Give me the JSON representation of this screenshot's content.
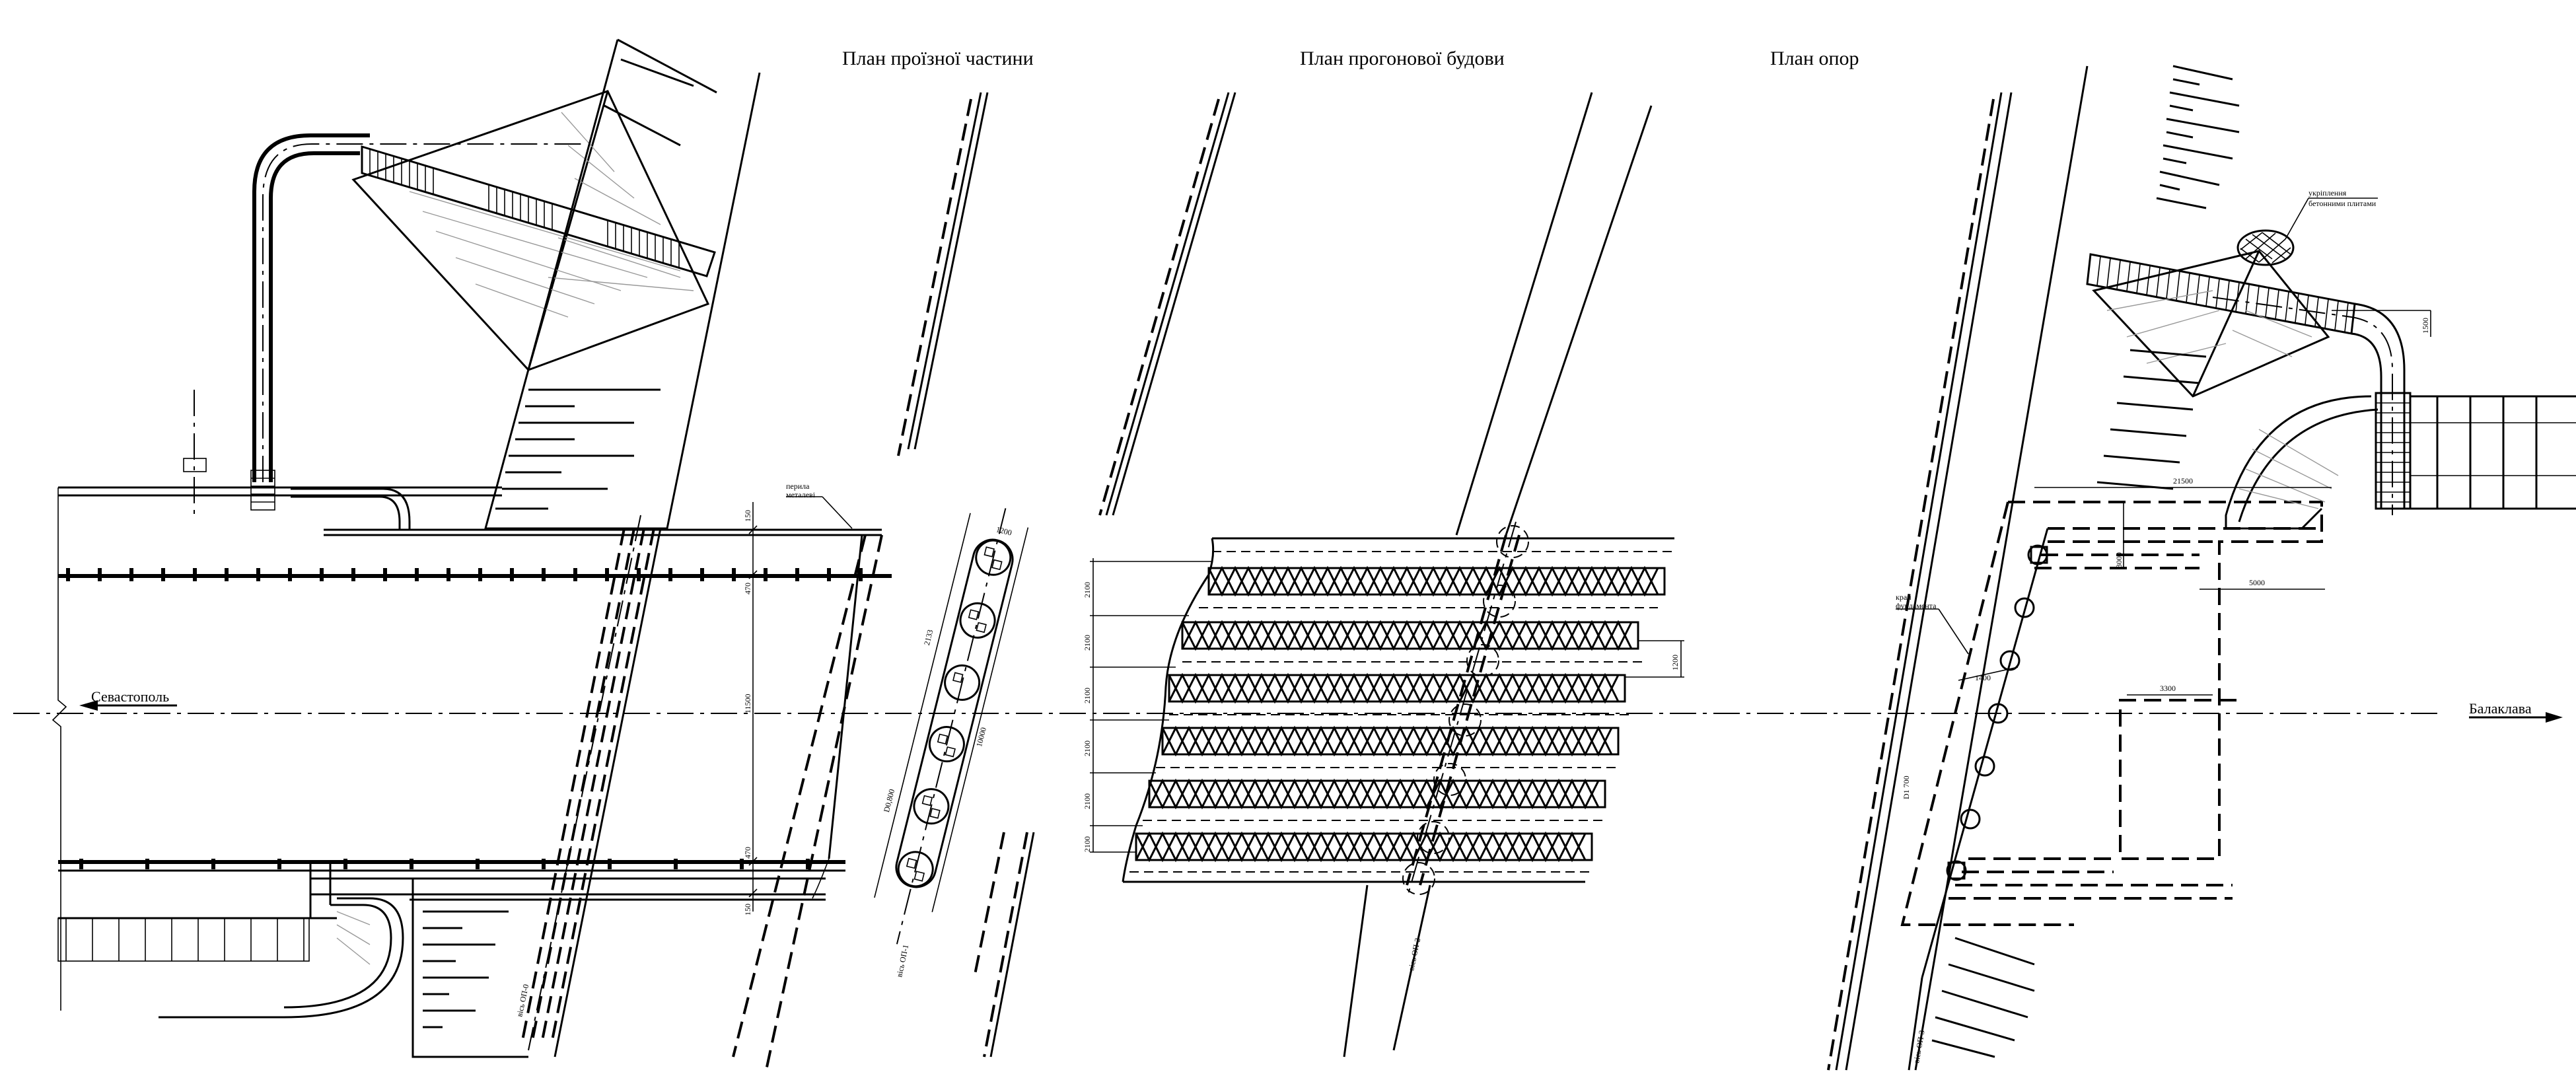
{
  "titles": {
    "carriageway": "План проїзної частини",
    "span": "План прогонової будови",
    "supports": "План опор"
  },
  "directions": {
    "left": "Севастополь",
    "right": "Балаклава"
  },
  "notes": {
    "railing": [
      "перила",
      "металеві"
    ],
    "foundation_edge": [
      "край",
      "фундамента"
    ],
    "reinforcement": [
      "укріплення",
      "бетонними плитами"
    ]
  },
  "axes": {
    "op0": "вісь ОП-0",
    "op1": "вісь ОП-1",
    "op2": "вісь ОП-2",
    "op3": "вісь ОП-3"
  },
  "dimensions": {
    "d150a": "150",
    "d470a": "470",
    "d11500": "11500",
    "d470b": "470",
    "d150b": "150",
    "d1200": "1200",
    "d2133": "2133",
    "d10000": "10000",
    "d_d800": "D0,800",
    "s1": "2100",
    "s2": "2100",
    "s3": "2100",
    "s4": "2100",
    "s5": "2100",
    "s6": "2100",
    "d1200b": "1200",
    "r21500": "21500",
    "r3000": "3000",
    "r5000": "5000",
    "r3300": "3300",
    "r1400": "1400",
    "r1500": "1500",
    "r1700": "D1 700"
  }
}
